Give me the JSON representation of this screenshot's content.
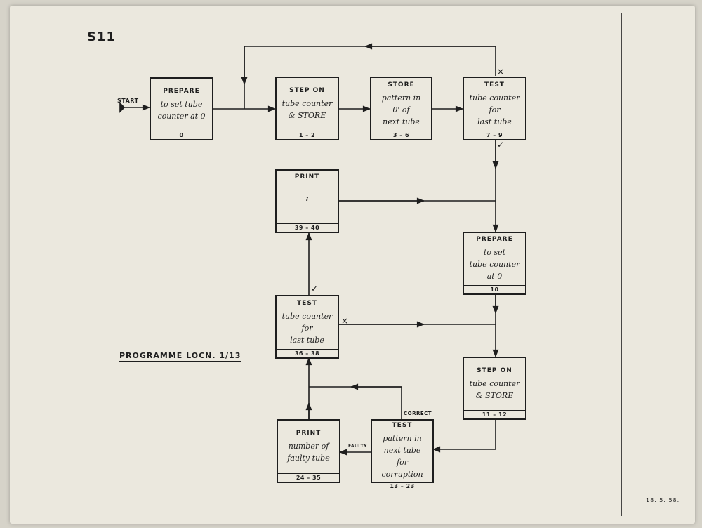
{
  "sheet_id": "S11",
  "date": "18. 5. 58.",
  "programme_label": "PROGRAMME LOCN. 1/13",
  "start_label": "START",
  "boxes": {
    "prepare1": {
      "title": "PREPARE",
      "lines": [
        "to set tube",
        "counter at 0"
      ],
      "footer": "0"
    },
    "stepon1": {
      "title": "STEP ON",
      "lines": [
        "tube counter",
        "& STORE"
      ],
      "footer": "1 – 2"
    },
    "store": {
      "title": "STORE",
      "lines": [
        "pattern in",
        "0' of",
        "next tube"
      ],
      "footer": "3 – 6"
    },
    "test1": {
      "title": "TEST",
      "lines": [
        "tube counter",
        "for",
        "last tube"
      ],
      "footer": "7 – 9"
    },
    "print_colon": {
      "title": "PRINT",
      "lines": [
        ":"
      ],
      "footer": "39 – 40"
    },
    "prepare2": {
      "title": "PREPARE",
      "lines": [
        "to set",
        "tube counter",
        "at 0"
      ],
      "footer": "10"
    },
    "test2": {
      "title": "TEST",
      "lines": [
        "tube counter",
        "for",
        "last tube"
      ],
      "footer": "36 – 38"
    },
    "stepon2": {
      "title": "STEP ON",
      "lines": [
        "tube counter",
        "& STORE"
      ],
      "footer": "11 – 12"
    },
    "print_faulty": {
      "title": "PRINT",
      "lines": [
        "number of",
        "faulty tube"
      ],
      "footer": "24 – 35"
    },
    "test3": {
      "title": "TEST",
      "lines": [
        "pattern in",
        "next tube",
        "for corruption"
      ],
      "footer": "13 – 23"
    }
  },
  "branch_labels": {
    "test1_fail": "×",
    "test1_pass": "✓",
    "test2_fail": "×",
    "test2_pass": "✓",
    "correct": "CORRECT",
    "faulty": "FAULTY"
  }
}
